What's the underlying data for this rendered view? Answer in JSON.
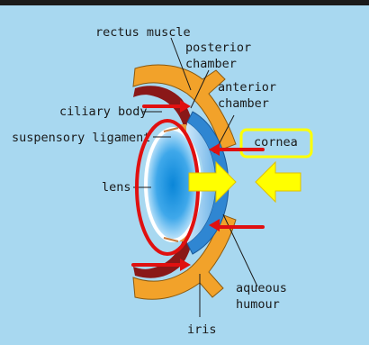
{
  "labels": {
    "rectus_muscle": "rectus muscle",
    "posterior_chamber_1": "posterior",
    "posterior_chamber_2": "chamber",
    "anterior_chamber_1": "anterior",
    "anterior_chamber_2": "chamber",
    "ciliary_body": "ciliary body",
    "suspensory_ligament": "suspensory ligament",
    "cornea": "cornea",
    "lens": "lens",
    "aqueous_humour_1": "aqueous",
    "aqueous_humour_2": "humour",
    "iris": "iris"
  },
  "colors": {
    "background": "#a8d8f0",
    "annotation_red": "#e01010",
    "highlight_yellow": "#ffff00",
    "sclera_orange": "#f2a22a",
    "choroid_dark_red": "#8a1818",
    "cornea_blue": "#5aa0dc",
    "lens_blue": "#2a9ee0"
  }
}
